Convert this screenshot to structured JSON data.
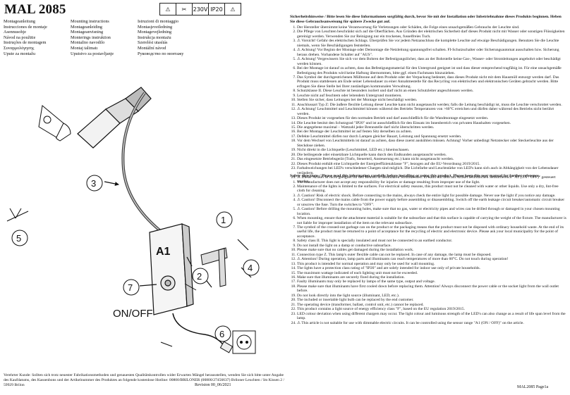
{
  "title": "MAL 2085",
  "symbols": [
    "⚠",
    "✂",
    "230V",
    "IP20",
    "⚠"
  ],
  "languages": [
    "Montageanleitung",
    "Mounting instructions",
    "Istruzioni di montaggio",
    "Instrucciones de montaje",
    "Montageanleiding",
    "Montasjeveiledning",
    "Asennusohje",
    "Montageanvisning",
    "Montagevejledning",
    "Návod na použitie",
    "Monterings instruktion",
    "Instrukcja montażu",
    "Instruções de montagem",
    "Montažno navodilo",
    "Szerelési utasítás",
    "Συναρμολόγησης",
    "Montaj talimatı",
    "Montážní návod",
    "Upute za montažu",
    "Uputstvo za postavljanje",
    "Руководство по монтажу"
  ],
  "diagram": {
    "labels": [
      "1",
      "2",
      "3",
      "4",
      "5",
      "6",
      "7"
    ],
    "box_label": "A1",
    "onoff": "ON/OFF"
  },
  "footer": {
    "text": "Verehrter Kunde: Sollten sich trotz neuester Fabrikationsmethoden und genauesten Qualitätskontrollen wider Erwarten Mängel herausstellen, wenden Sie sich bitte unter Angabe des Kaufdatums, des Kassenbons und der Artikelnummer des Produktes an folgende kostenlose Hotline: 00800/BRILONER (00800/27456637) Briloner Leuchten / Im Kissen 2 / 59929 Brilon",
    "revision": "Revision 00_06/2021"
  },
  "page_number": "MAL2085 Page1a",
  "de": {
    "heading": "Sicherheitshinweise / Bitte lesen Sie diese Informationen sorgfältig durch, bevor Sie mit der Installation oder Inbetriebnahme dieses Produkts beginnen. Heben Sie diese Gebrauchsanweisung für spätere Zwecke gut auf.",
    "items": [
      "Der Hersteller übernimmt keine Verantwortung für Verletzungen oder Schäden, die Folge eines unsachgemäßen Gebrauchs der Leuchte sind.",
      "Die Pflege von Leuchten beschränkt sich auf die Oberflächen. Aus Gründen der elektrischen Sicherheit darf dieses Produkt nicht mit Wasser oder sonstigen Flüssigkeiten gereinigt werden. Verwenden Sie zur Reinigung nur ein trockenes, fusselfreies Tuch.",
      "⚠ Vorsicht! Gefahr des elektrischen Schlags. Überprüfen Sie vor jedem Netzanschluss die komplette Leuchte auf etwaige Beschädigungen. Benutzen Sie die Leuchte niemals, wenn Sie Beschädigungen feststellen.",
      "⚠ Achtung! Vor Beginn der Montage oder Demontage die Netzleitung spannungsfrei schalten. FI-Schutzschalter oder Sicherungsautomat ausschalten bzw. Sicherung heraus drehen. Vorhandene Schalter auf \"AUS\".",
      "⚠ Achtung! Vergewissern Sie sich vor dem Bohren der Befestigungslöcher, dass an der Bohrstelle keine Gas-, Wasser- oder Stromleitungen angebohrt oder beschädigt werden können.",
      "Bei der Montage ist darauf zu achten, dass das Befestigungsmaterial für den Untergrund geeignet ist und dass dieser entsprechend tragfähig ist. Für eine unsachgemäße Befestigung des Produkts wird keine Haftung übernommen, bitte ggf. einen Fachmann hinzuziehen.",
      "Das Symbol der durchgestrichenen Mülltonne auf dem Produkt oder der Verpackung bedeutet, dass dieses Produkt nicht mit dem Hausmüll entsorgt werden darf. Das Produkt muss stattdessen am Ende seiner Lebensdauer zu einer Annahmestelle für das Recycling von elektrischen und elektronischen Geräten gebracht werden. Bitte erfragen Sie diese Stelle bei Ihrer zuständigen kommunalen Verwaltung.",
      "Schutzklasse II. Diese Leuchte ist besonders isoliert und darf nicht an einen Schutzleiter angeschlossen werden.",
      "Leuchte nicht auf feuchtem oder leitendem Untergrund montieren.",
      "Stellen Sie sicher, dass Leitungen bei der Montage nicht beschädigt werden.",
      "Anschlussart Typ Z: Die äußere flexible Leitung dieser Leuchte kann nicht ausgetauscht werden; falls die Leitung beschädigt ist, muss die Leuchte verschrottet werden.",
      "⚠ Achtung! Leuchtmittel und Leuchtmittel können während des Betriebs Temperaturen von >60°C erreichen und dürfen daher während des Betriebs nicht berührt werden.",
      "Dieses Produkt ist vorgesehen für den normalen Betrieb und darf ausschließlich für die Wandmontage eingesetzt werden.",
      "Die Leuchte besitzt den Schutzgrad \"IP20\" und ist ausschließlich für den Einsatz im Innenbereich von privaten Haushalten vorgesehen.",
      "Die angegebene maximal – Wattzahl jeder Brennstelle darf nicht überschritten werden.",
      "Bei der Montage der Leuchtmittel ist auf festen Sitz derselben zu achten.",
      "Defekte Leuchtmittel dürfen nur durch Lampen gleicher Bauart, Leistung und Spannung ersetzt werden.",
      "Vor dem Wechsel von Leuchtmitteln ist darauf zu achten, dass diese zuerst auskühlen müssen. Achtung! Vorher unbedingt Netzstecker oder Steckerleuchte aus der Steckdose ziehen.",
      "Nicht direkt in die Lichtquelle (Leuchtmittel, LED etc.) hineinschauen.",
      "Die beiliegende oder einsetzbare Lichtquelle kann durch den Endkunden ausgetauscht werden.",
      "Das eingesetzte Betriebsgerät (Trafo, Steuerteil, Ansteuerung etc.) kann nicht ausgetauscht werden.",
      "Dieses Produkt enthält eine Lichtquelle der Energieeffizienzklasse \"F\", bezogen auf die EU-Verordnung 2019/2015.",
      "Farbabweichungen bei LED's verschiedener Chargen sind möglich. Die Lichtfarbe und Leuchtstärke von LED's kann sich auch in Abhängigkeit von der Lebensdauer verändern.",
      "⚠ Dieser Artikel ist nicht geeignet für den Betrieb in dimmbaren Stromkreisen. Er kann mit dem am Artikel befindlichen Sensorbereich \"A1 (ON / OFF)\" gesteuert werden."
    ]
  },
  "en": {
    "heading": "Safety directions / Please read this information carefully before installing or using this product. Please keep this user manual for further reference.",
    "items": [
      "The manufacturer does not accept any responsibility for injuries or damage resulting from improper use of the light.",
      "Maintenance of the lights is limited to the surfaces. For electrical safety reasons, this product must not be cleaned with water or other liquids. Use only a dry, lint-free cloth for cleaning.",
      "⚠ Caution! Risk of electric shock. Before connecting to the mains, always check the entire light for possible damage. Never use the light if you notice any damage.",
      "⚠ Caution! Disconnect the mains cable from the power supply before assembling or disassembling. Switch off the earth leakage circuit breaker/automatic circuit breaker or unscrew the fuse. Turn the switches to \"OFF\".",
      "⚠ Caution! Before drilling the mounting holes, make sure that no gas, water or electricity pipes and wires can be drilled through or damaged in your chosen mounting location.",
      "When mounting, ensure that the attachment material is suitable for the subsurface and that this surface is capable of carrying the weight of the fixture. The manufacturer is not liable for improper installation of the item on the relevant subsurface.",
      "The symbol of the crossed-out garbage can on the product or the packaging means that the product must not be disposed with ordinary household waste. At the end of its useful life, the product must be returned to a point of acceptance for the recycling of electric and electronic device. Please ask your local municipality for the point of acceptance.",
      "Safety class II. This light is specially insulated and must not be connected to an earthed conductor.",
      "Do not install the light on a damp or conductive subsurface.",
      "Please make sure that no cables get damaged during the installation work.",
      "Connection type Z. This lamp's outer flexible cable can not be replaced. In case of any damage, the lamp must be disposed.",
      "⚠ Attention! During operation, lamp parts and illuminants can reach temperatures of more than 60°C. Do not touch during operation!",
      "This product is intended for normal operation and may only be used for wall mounting.",
      "The lights have a protection class rating of \"IP20\" and are solely intended for indoor use only of private households.",
      "The maximum wattage indicated of each lighting unit must not be exceeded.",
      "Make sure that illuminants are securely fixed during the installation.",
      "Faulty illuminants may only be replaced by lamps of the same type, output and voltage.",
      "Please make sure that illuminants have first cooled down before replacing them. Attention! Always disconnect the power cable or the socket light from the wall outlet before.",
      "Do not look directly into the light source (illuminant, LED, etc.).",
      "The included or insertable light bulb can be replaced by the end customer.",
      "The operating device (transformer, ballast, control unit, etc.) cannot be replaced.",
      "This product contains a light source of energy efficiency class \"F\", based on the EU regulation 2019/2015.",
      "LED colour deviation when using different chargers may occur. The light colour and luminous strength of the LED's can also change as a result of life span level from the lamp.",
      "⚠ This article is not suitable for use with dimmable electric circuits. It can be controlled using the sensor range \"A1 (ON / OFF)\" on the article."
    ]
  }
}
